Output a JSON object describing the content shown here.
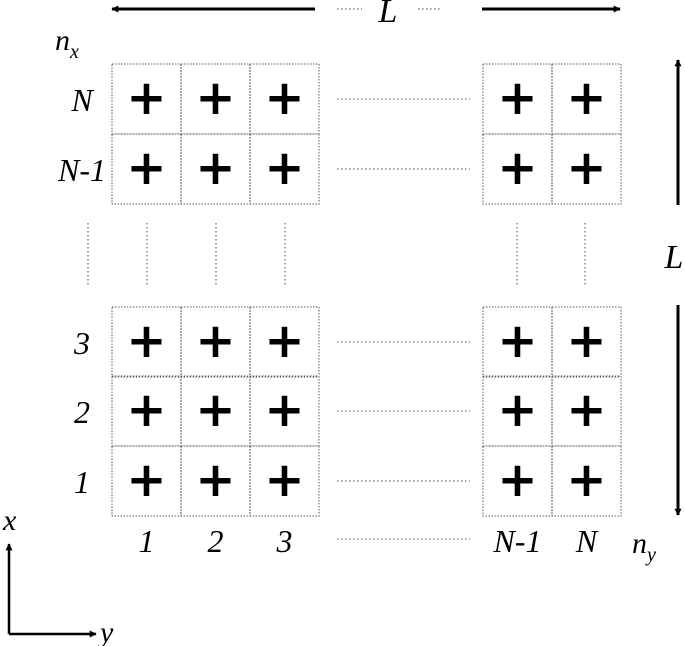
{
  "dimension_label": "L",
  "grid": {
    "rows": [
      "N",
      "N-1",
      "3",
      "2",
      "1"
    ],
    "columns": [
      "1",
      "2",
      "3",
      "N-1",
      "N"
    ],
    "cell_symbol": "+"
  },
  "axis_labels": {
    "row_index": "n",
    "row_index_sub": "x",
    "column_index": "n",
    "column_index_sub": "y"
  },
  "coordinate_axes": {
    "vertical": "x",
    "horizontal": "y"
  },
  "colors": {
    "ink": "#000000",
    "cell_border": "#555555"
  }
}
